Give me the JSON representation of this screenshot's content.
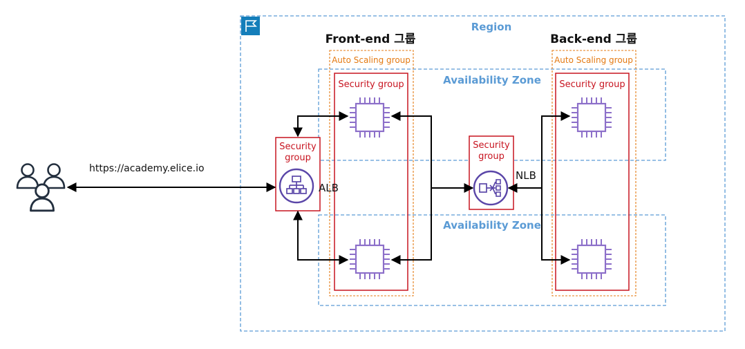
{
  "region": {
    "label": "Region"
  },
  "frontend": {
    "title": "Front-end 그룹",
    "asg_label": "Auto Scaling group",
    "sg_label": "Security group"
  },
  "backend": {
    "title": "Back-end 그룹",
    "asg_label": "Auto Scaling group",
    "sg_label": "Security group"
  },
  "availability_zones": [
    "Availability Zone",
    "Availability Zone"
  ],
  "alb": {
    "sg_line1": "Security",
    "sg_line2": "group",
    "label": "ALB"
  },
  "nlb": {
    "sg_line1": "Security",
    "sg_line2": "group",
    "label": "NLB"
  },
  "users": {
    "url": "https://academy.elice.io"
  },
  "colors": {
    "region_border": "#5b9bd5",
    "az_border": "#5b9bd5",
    "asg_border": "#e47911",
    "security_group": "#c7131f",
    "compute": "#8c6fc9",
    "load_balancer": "#5a46a8",
    "users_icon": "#232f3e",
    "arrows": "#000000"
  },
  "icons": {
    "region": "region-flag-icon",
    "users": "users-group-icon",
    "alb": "application-load-balancer-icon",
    "nlb": "network-load-balancer-icon",
    "instance": "ec2-instance-chip-icon"
  }
}
